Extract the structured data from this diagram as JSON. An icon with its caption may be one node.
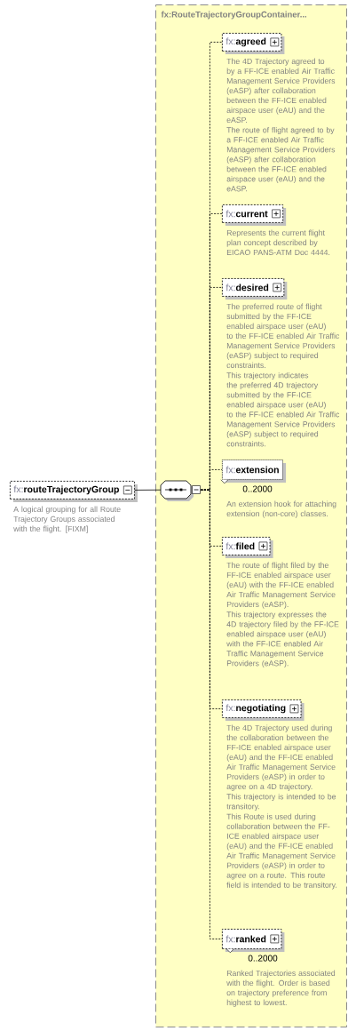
{
  "diagram": {
    "nodes": [
      {
        "text": [
          "fx:**routeTrajectoryGroup**"
        ],
        "beside": [
          "A logical grouping for all Route Trajectory Groups associated with the flight. [FIXM]"
        ]
      },
      {
        "text": [
          "fx:RouteTrajectoryGroupContainer..."
        ]
      },
      {
        "text": [],
        "shape": "octagon",
        "in": 1
      },
      {
        "text": [
          "fx:**agreed**"
        ],
        "in": 1,
        "beside": [
          "The 4D Trajectory agreed to by a FF-ICE enabled Air Traffic Management Service Providers (eASP) after collaboration between the FF-ICE enabled airspace user (eAU) and the eASP.",
          "The route of flight agreed to by a FF-ICE enabled Air Traffic Management Service Providers (eASP) after collaboration between the FF-ICE enabled airspace user (eAU) and the eASP."
        ]
      },
      {
        "text": [
          "fx:**current**"
        ],
        "in": 1,
        "beside": [
          "Represents the current flight plan concept described by EICAO PANS-ATM Doc 4444."
        ]
      },
      {
        "text": [
          "fx:**desired**"
        ],
        "in": 1,
        "beside": [
          "The preferred route of flight submitted by the FF-ICE enabled airspace user (eAU) to the FF-ICE enabled Air Traffic Management Service Providers (eASP) subject to required constraints.",
          "This trajectory indicates the preferred 4D trajectory submitted by the FF-ICE enabled airspace user (eAU) to the FF-ICE enabled Air Traffic Management Service Providers (eASP) subject to required constraints."
        ]
      },
      {
        "text": [
          "fx:**extension**"
        ],
        "in": 1,
        "beside": [
          "0..2000",
          "An extension hook for attaching extension (non-core) classes."
        ]
      },
      {
        "text": [
          "fx:**filed**"
        ],
        "in": 1,
        "beside": [
          "The route of flight filed by the FF-ICE enabled airspace user (eAU) with the FF-ICE enabled Air Traffic Management Service Providers (eASP).",
          "This trajectory expresses the 4D trajectory filed by the FF-ICE enabled airspace user (eAU) with the FF-ICE enabled Air Traffic Management Service Providers (eASP)."
        ]
      },
      {
        "text": [
          "fx:**negotiating**"
        ],
        "in": 1,
        "beside": [
          "The 4D Trajectory used during the collaboration between the FF-ICE enabled airspace user (eAU) and the FF-ICE enabled Air Traffic Management Service Providers (eASP) in order to agree on a 4D trajectory.",
          "This trajectory is intended to be transitory.",
          "This Route is used during collaboration between the FF-ICE enabled airspace user (eAU) and the FF-ICE enabled Air Traffic Management Service Providers (eASP) in order to agree on a route. This route field is intended to be transitory."
        ]
      },
      {
        "text": [
          "fx:**ranked**"
        ],
        "in": 1,
        "beside": [
          "0..2000",
          "Ranked Trajectories associated with the flight. Order is based on trajectory preference from highest to lowest."
        ]
      }
    ],
    "edges": [
      {
        "from": 0,
        "to": 2,
        "arrow": "none"
      },
      {
        "from": 2,
        "to": 3,
        "arrow": "none",
        "style": "dashed"
      },
      {
        "from": 2,
        "to": 4,
        "arrow": "none",
        "style": "dashed"
      },
      {
        "from": 2,
        "to": 5,
        "arrow": "none",
        "style": "dashed"
      },
      {
        "from": 2,
        "to": 6,
        "arrow": "none",
        "style": "dashed"
      },
      {
        "from": 2,
        "to": 7,
        "arrow": "none",
        "style": "dashed"
      },
      {
        "from": 2,
        "to": 8,
        "arrow": "none",
        "style": "dashed"
      },
      {
        "from": 2,
        "to": 9,
        "arrow": "none",
        "style": "dashed"
      }
    ]
  }
}
